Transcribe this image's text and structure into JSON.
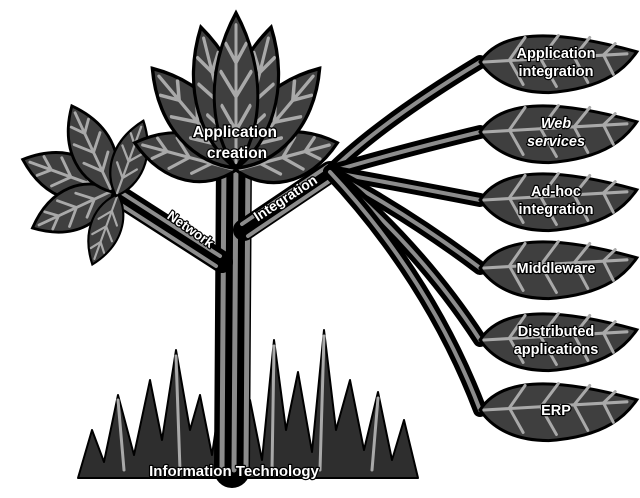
{
  "diagram": {
    "trunk_label": "Application creation",
    "trunk_label_lines": [
      "Application",
      "creation"
    ],
    "branch_network": "Network",
    "branch_integration": "Integration",
    "base_label": "Information Technology",
    "leaves": [
      {
        "lines": [
          "Application",
          "integration"
        ],
        "italic": false
      },
      {
        "lines": [
          "Web",
          "services"
        ],
        "italic": true
      },
      {
        "lines": [
          "Ad-hoc",
          "integration"
        ],
        "italic": false
      },
      {
        "lines": [
          "Middleware"
        ],
        "italic": false
      },
      {
        "lines": [
          "Distributed",
          "applications"
        ],
        "italic": false
      },
      {
        "lines": [
          "ERP"
        ],
        "italic": false
      }
    ]
  },
  "colors": {
    "leaf_fill": "#3f3f3f",
    "vein": "#a9a9a9",
    "branch": "#8c8c8c",
    "outline": "#000000",
    "text": "#ffffff"
  }
}
